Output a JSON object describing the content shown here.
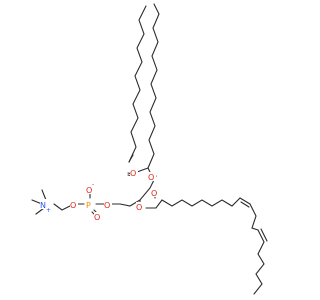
{
  "molecule": {
    "atoms": {
      "O": "O",
      "P": "P",
      "N": "N",
      "minus": "-",
      "plus": "+"
    },
    "colors": {
      "bond": "#2b2b2b",
      "oxygen": "#e0241b",
      "phosphorus": "#f08c00",
      "nitrogen": "#3050f8"
    }
  }
}
